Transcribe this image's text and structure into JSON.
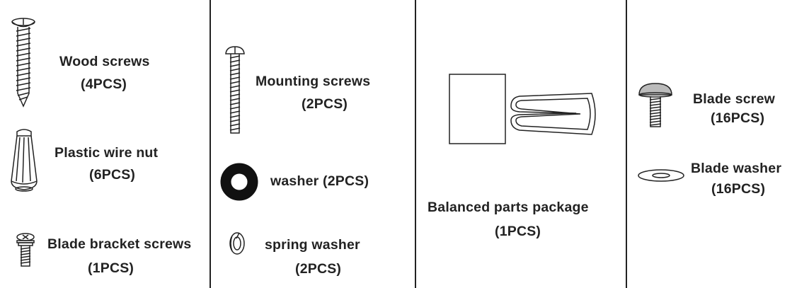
{
  "parts": {
    "wood_screws": {
      "name": "Wood screws",
      "qty": "(4PCS)"
    },
    "wire_nut": {
      "name": "Plastic wire nut",
      "qty": "(6PCS)"
    },
    "bracket_screws": {
      "name": "Blade bracket screws",
      "qty": "(1PCS)"
    },
    "mounting_screws": {
      "name": "Mounting screws",
      "qty": "(2PCS)"
    },
    "washer": {
      "name": "washer (2PCS)"
    },
    "spring_washer": {
      "name": "spring washer",
      "qty": "(2PCS)"
    },
    "balance_kit": {
      "name": "Balanced parts package",
      "qty": "(1PCS)"
    },
    "blade_screw": {
      "name": "Blade screw",
      "qty": "(16PCS)"
    },
    "blade_washer": {
      "name": "Blade washer",
      "qty": "(16PCS)"
    }
  },
  "colors": {
    "ink": "#222222",
    "background": "#ffffff"
  }
}
